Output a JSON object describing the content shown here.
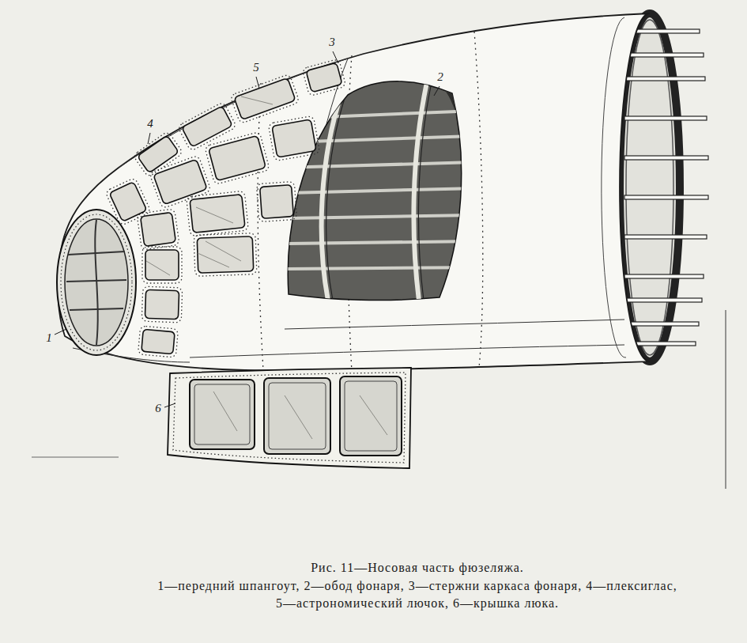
{
  "diagram": {
    "caption": "Рис. 11—Носовая часть фюзеляжа.",
    "labels": [
      "1",
      "2",
      "3",
      "4",
      "5",
      "6",
      "1—передний шпангоут, 2—обод фонаря, 3—стержни каркаса фонаря, 4—плексиглас,",
      "5—астрономический лючок, 6—крышка люка."
    ]
  }
}
